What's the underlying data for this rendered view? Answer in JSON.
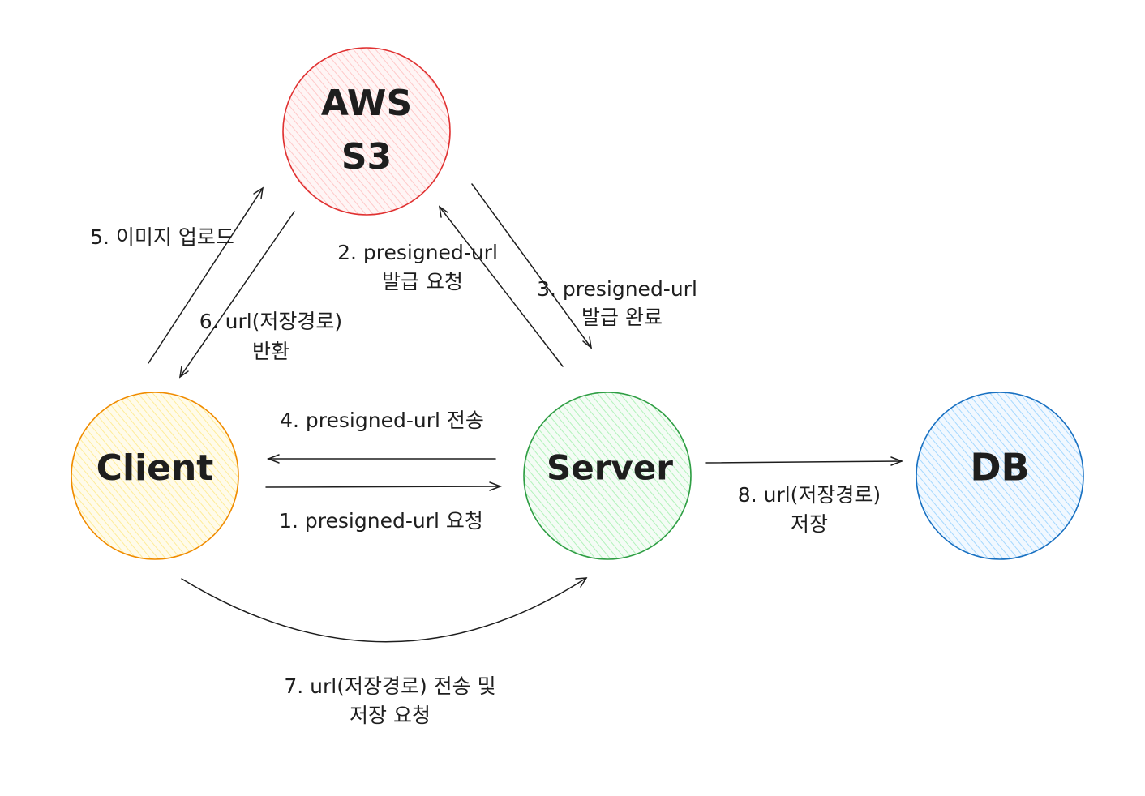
{
  "nodes": {
    "s3": {
      "line1": "AWS",
      "line2": "S3",
      "stroke": "#e03131",
      "fill": "#ffc9c9"
    },
    "client": {
      "label": "Client",
      "stroke": "#f08c00",
      "fill": "#ffec99"
    },
    "server": {
      "label": "Server",
      "stroke": "#2f9e44",
      "fill": "#b2f2bb"
    },
    "db": {
      "label": "DB",
      "stroke": "#1971c2",
      "fill": "#a5d8ff"
    }
  },
  "edges": {
    "step1": {
      "label": "1. presigned-url 요청"
    },
    "step2": {
      "line1": "2. presigned-url",
      "line2": "발급 요청"
    },
    "step3": {
      "line1": "3. presigned-url",
      "line2": "발급 완료"
    },
    "step4": {
      "label": "4. presigned-url 전송"
    },
    "step5": {
      "label": "5. 이미지 업로드"
    },
    "step6": {
      "line1": "6. url(저장경로)",
      "line2": "반환"
    },
    "step7": {
      "line1": "7. url(저장경로) 전송 및",
      "line2": "저장 요청"
    },
    "step8": {
      "line1": "8. url(저장경로)",
      "line2": "저장"
    }
  }
}
